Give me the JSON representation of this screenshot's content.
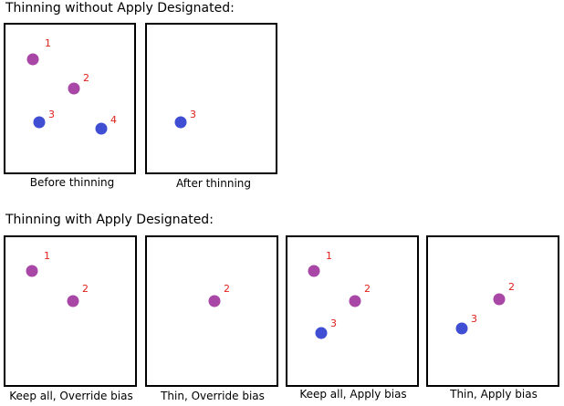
{
  "sections": [
    {
      "heading": "Thinning without Apply Designated:",
      "panels": [
        {
          "caption": "Before thinning",
          "points": [
            {
              "label": "1",
              "color": "purple"
            },
            {
              "label": "2",
              "color": "purple"
            },
            {
              "label": "3",
              "color": "blue"
            },
            {
              "label": "4",
              "color": "blue"
            }
          ]
        },
        {
          "caption": "After thinning",
          "points": [
            {
              "label": "3",
              "color": "blue"
            }
          ]
        }
      ]
    },
    {
      "heading": "Thinning with Apply Designated:",
      "panels": [
        {
          "caption": "Keep all, Override bias",
          "points": [
            {
              "label": "1",
              "color": "purple"
            },
            {
              "label": "2",
              "color": "purple"
            }
          ]
        },
        {
          "caption": "Thin, Override bias",
          "points": [
            {
              "label": "2",
              "color": "purple"
            }
          ]
        },
        {
          "caption": "Keep all, Apply bias",
          "points": [
            {
              "label": "1",
              "color": "purple"
            },
            {
              "label": "2",
              "color": "purple"
            },
            {
              "label": "3",
              "color": "blue"
            }
          ]
        },
        {
          "caption": "Thin, Apply bias",
          "points": [
            {
              "label": "2",
              "color": "purple"
            },
            {
              "label": "3",
              "color": "blue"
            }
          ]
        }
      ]
    }
  ],
  "colors": {
    "purple": "#a847a6",
    "blue": "#3f4ed3",
    "label": "#e0201a"
  }
}
